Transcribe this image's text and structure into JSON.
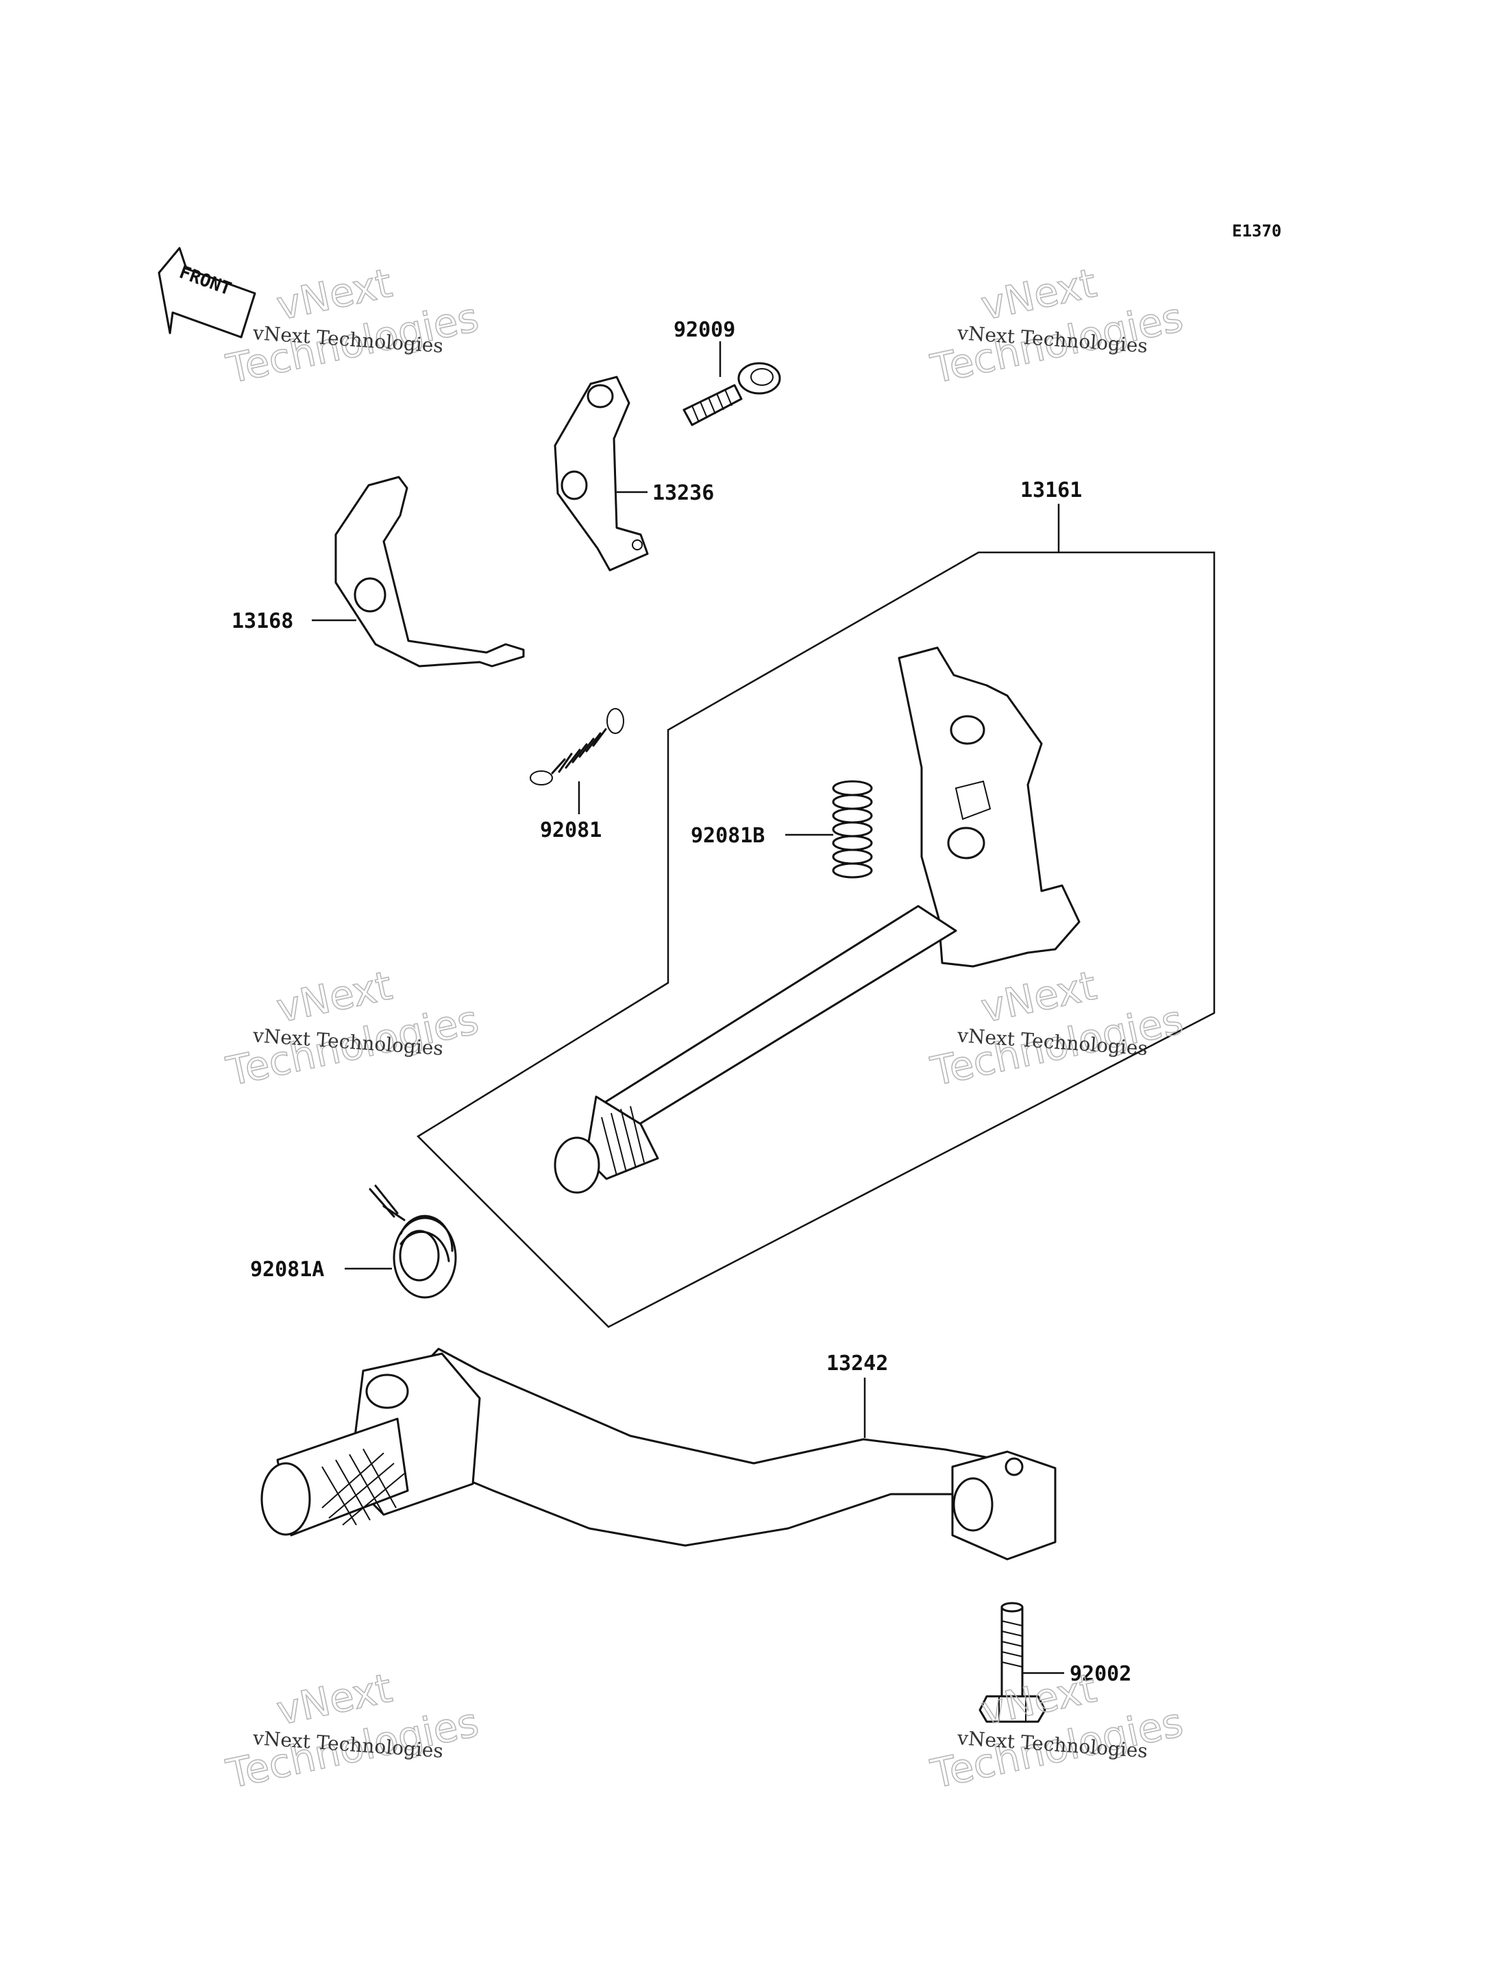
{
  "diagram": {
    "code": "E1370",
    "front_label": "FRONT",
    "parts": [
      {
        "number": "92009"
      },
      {
        "number": "13236"
      },
      {
        "number": "13161"
      },
      {
        "number": "13168"
      },
      {
        "number": "92081"
      },
      {
        "number": "92081B"
      },
      {
        "number": "92081A"
      },
      {
        "number": "13242"
      },
      {
        "number": "92002"
      }
    ],
    "watermark": {
      "line1": "vNext",
      "line2": "Technologies",
      "caption": "vNext Technologies"
    }
  }
}
